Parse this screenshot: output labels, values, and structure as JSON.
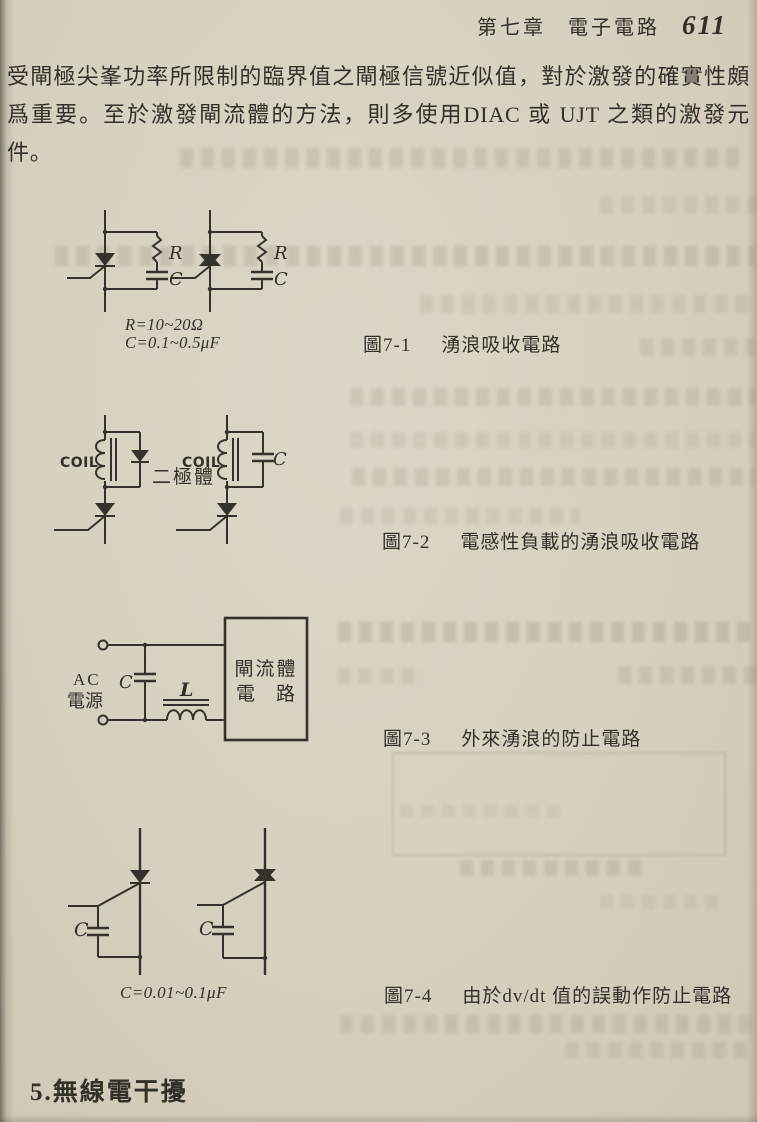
{
  "page": {
    "header": {
      "chapter": "第七章",
      "book_title": "電子電路",
      "page_number": "611"
    },
    "paragraph": {
      "lines": [
        "受閘極尖峯功率所限制的臨界值之閘極信號近似值，對於激發的確實性頗",
        "爲重要。至於激發閘流體的方法，則多使用DIAC 或 UJT 之類的激發元",
        "件。"
      ]
    },
    "figure_7_1": {
      "number": "圖7-1",
      "caption": "湧浪吸收電路",
      "component_labels": {
        "resistor": "R",
        "capacitor": "C"
      },
      "values": {
        "resistor": "R=10~20Ω",
        "capacitor": "C=0.1~0.5μF"
      }
    },
    "figure_7_2": {
      "number": "圖7-2",
      "caption": "電感性負載的湧浪吸收電路",
      "component_labels": {
        "coil": "COIL",
        "diode": "二極體",
        "capacitor": "C"
      }
    },
    "figure_7_3": {
      "number": "圖7-3",
      "caption": "外來湧浪的防止電路",
      "component_labels": {
        "source_line1": "AC",
        "source_line2": "電源",
        "capacitor": "C",
        "inductor": "L",
        "box_line1": "閘流體",
        "box_line2": "電　路"
      }
    },
    "figure_7_4": {
      "number": "圖7-4",
      "caption": "由於dv/dt 值的誤動作防止電路",
      "component_labels": {
        "capacitor": "C"
      },
      "values": {
        "capacitor": "C=0.01~0.1μF"
      }
    },
    "section_heading": "5.無線電干擾",
    "colors": {
      "paper": "#d7d1bf",
      "ink": "#33302a",
      "bleedthrough": "#766e58"
    }
  }
}
